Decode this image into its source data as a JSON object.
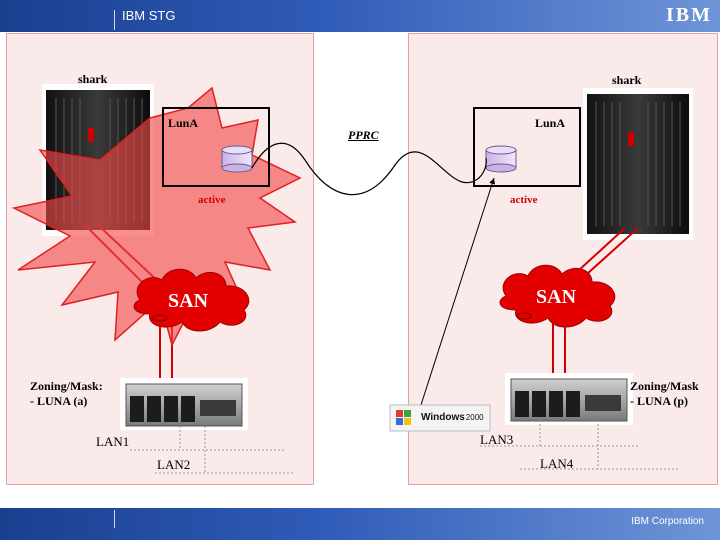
{
  "header": {
    "title": "IBM STG",
    "logo": "IBM"
  },
  "footer": {
    "company": "IBM Corporation"
  },
  "left_site": {
    "storage_label": "shark",
    "lun_label": "LunA",
    "lun_state": "active",
    "san_label": "SAN",
    "zoning_line1": "Zoning/Mask:",
    "zoning_line2": "- LUNA (a)",
    "lan_a": "LAN1",
    "lan_b": "LAN2",
    "failure_burst": true
  },
  "right_site": {
    "storage_label": "shark",
    "lun_label": "LunA",
    "lun_state": "active",
    "san_label": "SAN",
    "zoning_line1": "Zoning/Mask",
    "zoning_line2": "- LUNA (p)",
    "lan_a": "LAN3",
    "lan_b": "LAN4"
  },
  "link_label": "PPRC",
  "os_logo": {
    "name": "Windows",
    "version": "2000"
  },
  "colors": {
    "accent_red": "#d00000",
    "panel_fill": "#fbeaea",
    "burst": "#f24b4b",
    "header_blue": "#1a3f8f"
  }
}
